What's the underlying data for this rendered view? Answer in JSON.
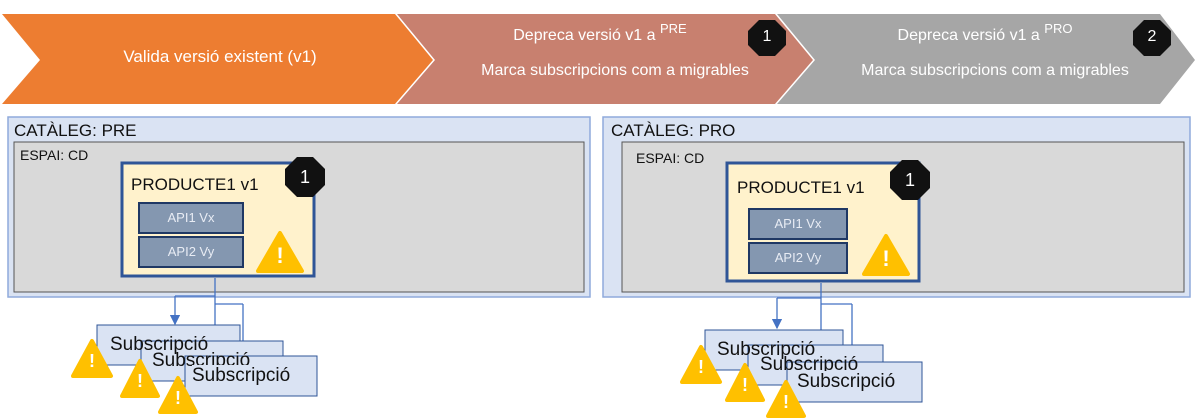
{
  "header": {
    "steps": [
      {
        "line1": "Valida versió existent (v1)",
        "line2": "",
        "env": "",
        "badge": "",
        "color": "#ed7d31"
      },
      {
        "line1": "Depreca versió v1 a",
        "env": "PRE",
        "line2": "Marca subscripcions com a migrables",
        "badge": "1",
        "color": "#c8806f"
      },
      {
        "line1": "Depreca versió v1 a",
        "env": "PRO",
        "line2": "Marca subscripcions com a migrables",
        "badge": "2",
        "color": "#a6a6a6"
      }
    ]
  },
  "catalogs": [
    {
      "catalog_prefix": "CATÀLEG:",
      "catalog_name": "PRE",
      "space_prefix": "ESPAI:",
      "space_name": "CD",
      "product": "PRODUCTE1 v1",
      "badge": "1",
      "apis": [
        "API1 Vx",
        "API2 Vy"
      ],
      "subscriptions": [
        "Subscripció",
        "Subscripció",
        "Subscripció"
      ]
    },
    {
      "catalog_prefix": "CATÀLEG:",
      "catalog_name": "PRO",
      "space_prefix": "ESPAI:",
      "space_name": "CD",
      "product": "PRODUCTE1 v1",
      "badge": "1",
      "apis": [
        "API1 Vx",
        "API2 Vy"
      ],
      "subscriptions": [
        "Subscripció",
        "Subscripció",
        "Subscripció"
      ]
    }
  ],
  "colors": {
    "catalog_fill": "#dae3f3",
    "catalog_border": "#8faadc",
    "space_fill": "#d9d9d9",
    "product_fill": "#fff2cc",
    "product_border": "#2f5597",
    "api_fill": "#8497b0",
    "subscription_fill": "#dae3f3",
    "warning": "#ffc000",
    "arrow": "#4472c4"
  },
  "icons": {
    "warning": "warning-triangle-icon",
    "badge": "octagon-badge-icon"
  }
}
